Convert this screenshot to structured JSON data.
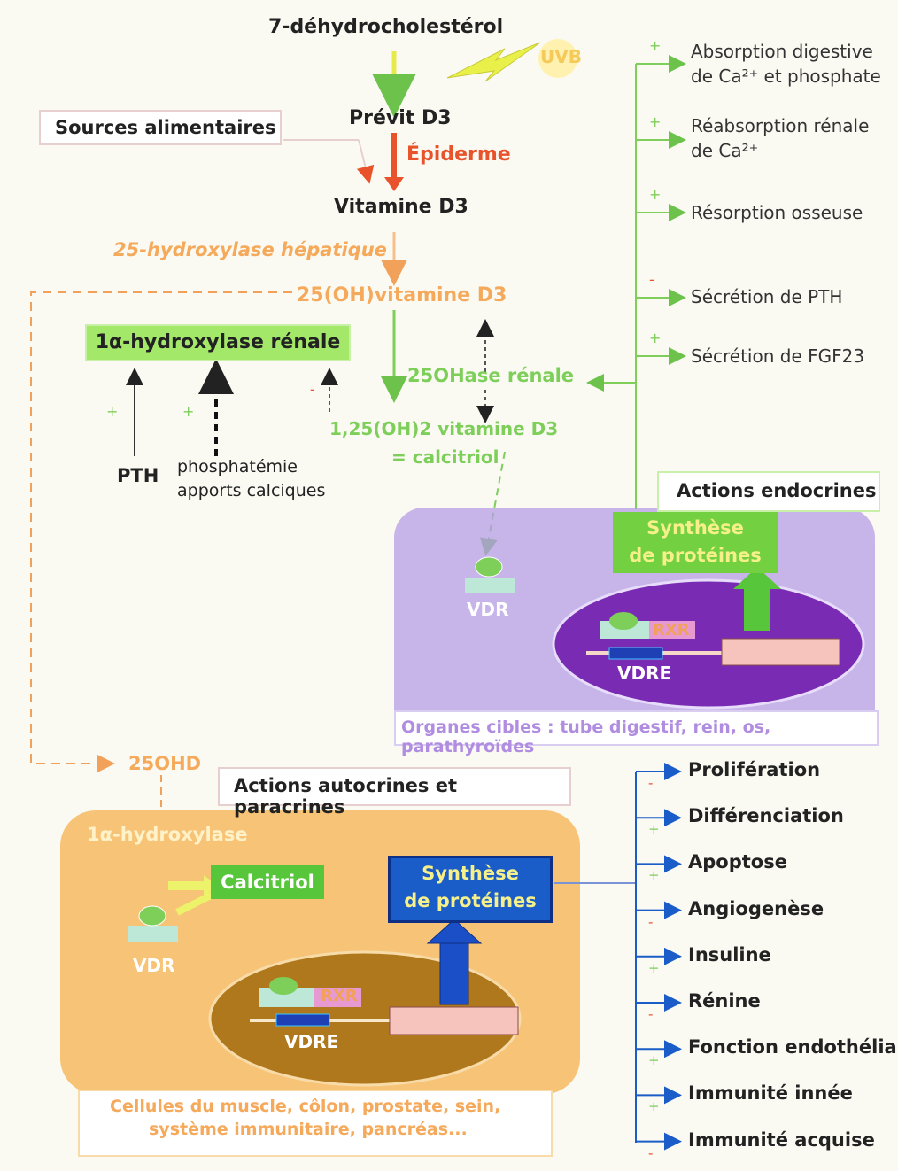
{
  "top": {
    "precursor": "7-déhydrocholestérol",
    "uvb": "UVB",
    "previt": "Prévit D3",
    "epiderme": "Épiderme",
    "sources": "Sources alimentaires",
    "vitd3": "Vitamine D3",
    "hydroxylase_hep": "25-hydroxylase hépatique",
    "oh_vitd3": "25(OH)vitamine D3",
    "alpha_renale": "1α-hydroxylase rénale",
    "ohase_renale": "25OHase rénale",
    "calcitriol_line1": "1,25(OH)2 vitamine D3",
    "calcitriol_line2": "= calcitriol",
    "pth": "PTH",
    "phosphatemie": "phosphatémie",
    "apports": "apports calciques"
  },
  "endocrine": {
    "title": "Actions endocrines",
    "vdr": "VDR",
    "synthese_1": "Synthèse",
    "synthese_2": "de protéines",
    "rxr": "RXR",
    "vdre": "VDRE",
    "organes": "Organes cibles : tube digestif, rein, os, parathyroïdes",
    "effects": [
      {
        "sign": "+",
        "line1": "Absorption digestive",
        "line2": "de Ca²⁺ et phosphate"
      },
      {
        "sign": "+",
        "line1": "Réabsorption rénale",
        "line2": "de Ca²⁺"
      },
      {
        "sign": "+",
        "line1": "Résorption osseuse",
        "line2": ""
      },
      {
        "sign": "-",
        "line1": "Sécrétion de PTH",
        "line2": ""
      },
      {
        "sign": "+",
        "line1": "Sécrétion de FGF23",
        "line2": ""
      }
    ]
  },
  "autocrine": {
    "ohd": "25OHD",
    "title": "Actions autocrines et paracrines",
    "alpha": "1α-hydroxylase",
    "calcitriol": "Calcitriol",
    "vdr": "VDR",
    "synthese_1": "Synthèse",
    "synthese_2": "de protéines",
    "rxr": "RXR",
    "vdre": "VDRE",
    "cellules_1": "Cellules du muscle, côlon, prostate, sein,",
    "cellules_2": "système immunitaire, pancréas...",
    "effects": [
      {
        "label": "Prolifération",
        "sign": "-"
      },
      {
        "label": "Différenciation",
        "sign": "+"
      },
      {
        "label": "Apoptose",
        "sign": "+"
      },
      {
        "label": "Angiogenèse",
        "sign": "-"
      },
      {
        "label": "Insuline",
        "sign": "+"
      },
      {
        "label": "Rénine",
        "sign": "-"
      },
      {
        "label": "Fonction endothéliale",
        "sign": "+"
      },
      {
        "label": "Immunité innée",
        "sign": "+"
      },
      {
        "label": "Immunité acquise",
        "sign": "-"
      }
    ]
  },
  "colors": {
    "green": "#7dcf5a",
    "orange": "#f5a95b",
    "red": "#e8532b",
    "purple": "#b08de0",
    "blue": "#1a5cc8"
  }
}
